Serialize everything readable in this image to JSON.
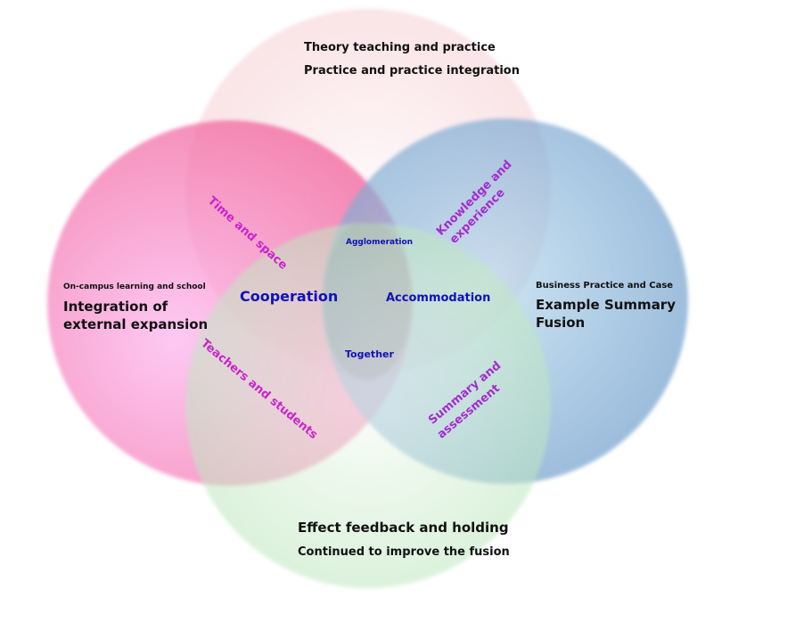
{
  "diagram": {
    "type": "venn-4",
    "circles": [
      {
        "id": "top",
        "color": "#f7c6cf",
        "opacity": 0.35,
        "lines": [
          "Theory teaching and practice",
          "Practice and practice integration"
        ]
      },
      {
        "id": "left",
        "color": "#f25a9e",
        "opacity": 0.55,
        "lines": [
          "On-campus learning and school",
          "Integration of",
          "external expansion"
        ]
      },
      {
        "id": "right",
        "color": "#6d9fcc",
        "opacity": 0.55,
        "lines": [
          "Business Practice and Case",
          "Example Summary",
          "Fusion"
        ]
      },
      {
        "id": "bottom",
        "color": "#bfe8bf",
        "opacity": 0.4,
        "lines": [
          "Effect feedback and holding",
          "Continued to improve the fusion"
        ]
      }
    ],
    "overlaps": {
      "top_left": "Time and space",
      "top_right_1": "Knowledge and",
      "top_right_2": "experience",
      "bottom_left": "Teachers and students",
      "bottom_right_1": "Summary and",
      "bottom_right_2": "assessment",
      "left_center": "Cooperation",
      "right_center": "Accommodation",
      "top_center": "Agglomeration",
      "bottom_center": "Together"
    },
    "colors": {
      "heading_text": "#111111",
      "center_text": "#1111bb",
      "overlap_text_pink": "#cc22cc",
      "overlap_text_purple": "#a52ad0"
    }
  }
}
